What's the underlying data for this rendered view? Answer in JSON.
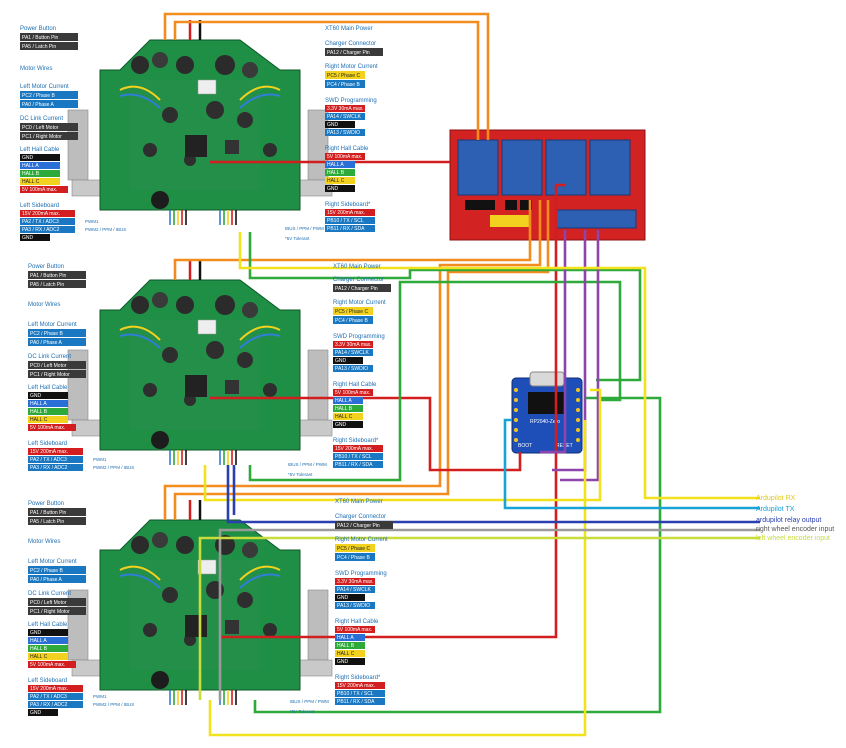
{
  "colors": {
    "board": "#1f8f45",
    "board_dark": "#146b33",
    "heatsink": "#b5b5b5",
    "relay_board": "#d32222",
    "relay_block": "#2d5fb3",
    "mcu": "#1e4fb8",
    "wire_orange": "#f28c1e",
    "wire_red": "#d21e1e",
    "wire_green": "#2eaa3a",
    "wire_yellow": "#f2e21e",
    "wire_purple": "#8e44ad",
    "wire_blue": "#2a3fb0",
    "wire_cyan": "#1aa3d6",
    "wire_lime": "#c8dc3a",
    "wire_gray": "#a0a0a0"
  },
  "board_labels": {
    "power_button": "Power Button",
    "pa1": "PA1 / Button Pin",
    "pa5": "PA5 / Latch Pin",
    "motor_wires": "Motor Wires",
    "left_motor_current": "Left Motor Current",
    "pc2": "PC2 / Phase B",
    "pa0": "PA0 / Phase A",
    "dc_link": "DC Link Current",
    "pc0": "PC0 / Left Motor",
    "pc1": "PC1 / Right Motor",
    "left_hall": "Left Hall Cable",
    "gnd": "GND",
    "hall_a": "HALL A",
    "hall_b": "HALL B",
    "hall_c": "HALL C",
    "v5": "5V 100mA max.",
    "left_sideboard": "Left Sideboard",
    "v15": "15V 200mA max.",
    "pa2": "PA2 / TX / ADC3",
    "pa3": "PA3 / RX / ADC2",
    "pwm1": "PWM1",
    "pwm2": "PWM2 / PPM / IBUS",
    "xt60": "XT60 Main Power",
    "charger": "Charger Connector",
    "pa12": "PA12 / Charger Pin",
    "right_motor_current": "Right Motor Current",
    "pc5": "PC5 / Phase C",
    "pc4": "PC4 / Phase B",
    "swd": "SWD Programming",
    "v33": "3.3V 30mA max.",
    "pa14": "PA14 / SWCLK",
    "pa13": "PA13 / SWDIO",
    "right_hall": "Right Hall Cable",
    "right_sideboard": "Right Sideboard*",
    "pb10": "PB10 / TX / SCL",
    "pb11": "PB11 / RX / SDA",
    "ibus": "IBUS / PPM / PWM",
    "tolerant": "*5V Tolerant"
  },
  "mcu": {
    "model": "RP2040-Zero",
    "boot": "BOOT",
    "reset": "RESET"
  },
  "legend": [
    {
      "text": "Ardupilot RX",
      "color": "#e2c81e"
    },
    {
      "text": "Ardupilot TX",
      "color": "#1aa3d6"
    },
    {
      "text": "ardupilot relay output",
      "color": "#2a3fb0"
    },
    {
      "text": "right wheel encoder input",
      "color": "#555555"
    },
    {
      "text": "left wheel encoder input",
      "color": "#c8dc3a"
    }
  ]
}
